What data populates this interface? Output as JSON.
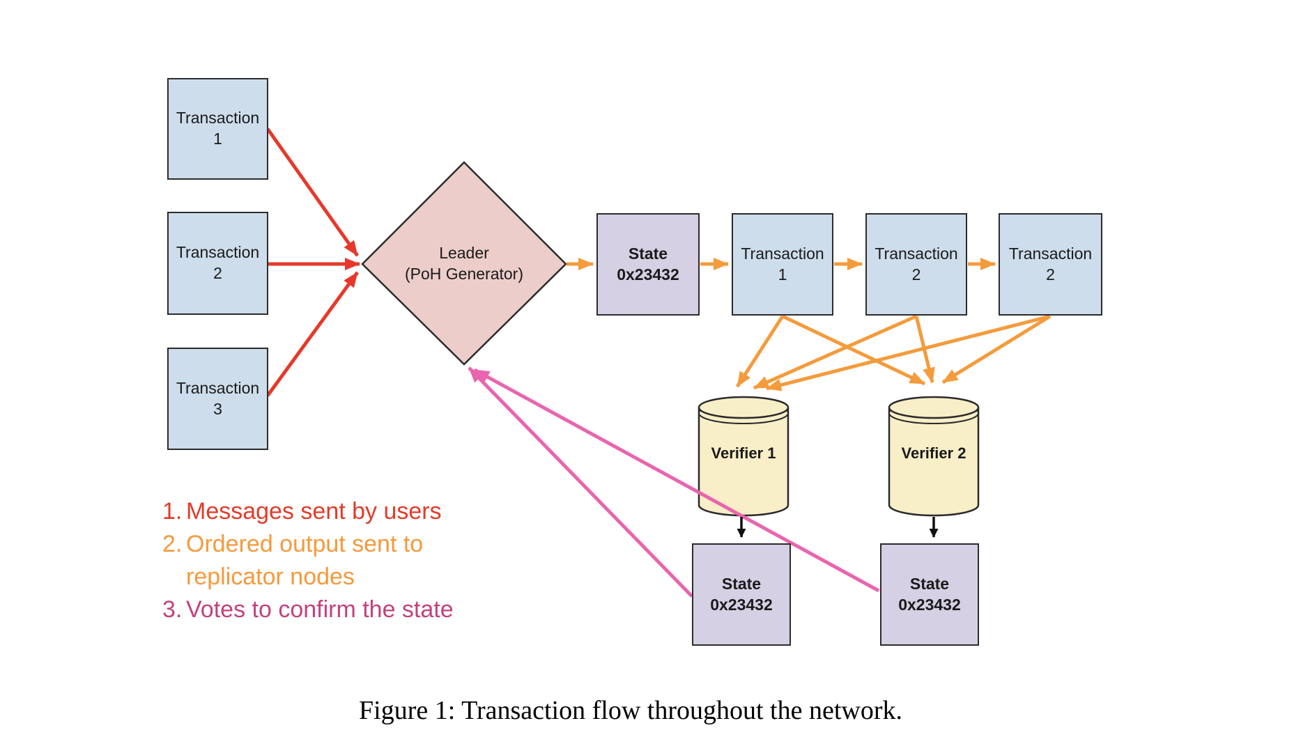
{
  "figure": {
    "caption": "Figure 1: Transaction flow throughout the network."
  },
  "nodes": {
    "user_transactions": [
      {
        "line1": "Transaction",
        "line2": "1"
      },
      {
        "line1": "Transaction",
        "line2": "2"
      },
      {
        "line1": "Transaction",
        "line2": "3"
      }
    ],
    "leader": {
      "line1": "Leader",
      "line2": "(PoH Generator)"
    },
    "ordered_chain": [
      {
        "line1": "State",
        "line2": "0x23432"
      },
      {
        "line1": "Transaction",
        "line2": "1"
      },
      {
        "line1": "Transaction",
        "line2": "2"
      },
      {
        "line1": "Transaction",
        "line2": "2"
      }
    ],
    "verifiers": [
      {
        "label": "Verifier 1"
      },
      {
        "label": "Verifier 2"
      }
    ],
    "verifier_states": [
      {
        "line1": "State",
        "line2": "0x23432"
      },
      {
        "line1": "State",
        "line2": "0x23432"
      }
    ]
  },
  "legend": {
    "items": [
      {
        "number": "1.",
        "lines": [
          "Messages sent by users"
        ],
        "color": "#e23b28"
      },
      {
        "number": "2.",
        "lines": [
          "Ordered output sent to",
          "replicator nodes"
        ],
        "color": "#f5993b"
      },
      {
        "number": "3.",
        "lines": [
          "Votes to confirm the state"
        ],
        "color": "#c2417e"
      }
    ]
  },
  "colors": {
    "transaction_box_fill": "#cdddeb",
    "leader_diamond_fill": "#eccdca",
    "state_box_fill": "#d6d0e4",
    "verifier_cylinder_fill": "#f8efc8",
    "outline": "#2b2b2b",
    "user_message_arrow": "#e6392b",
    "ordered_output_arrow": "#f49b3c",
    "vote_arrow": "#e965ad",
    "verifier_state_arrow": "#111111"
  }
}
